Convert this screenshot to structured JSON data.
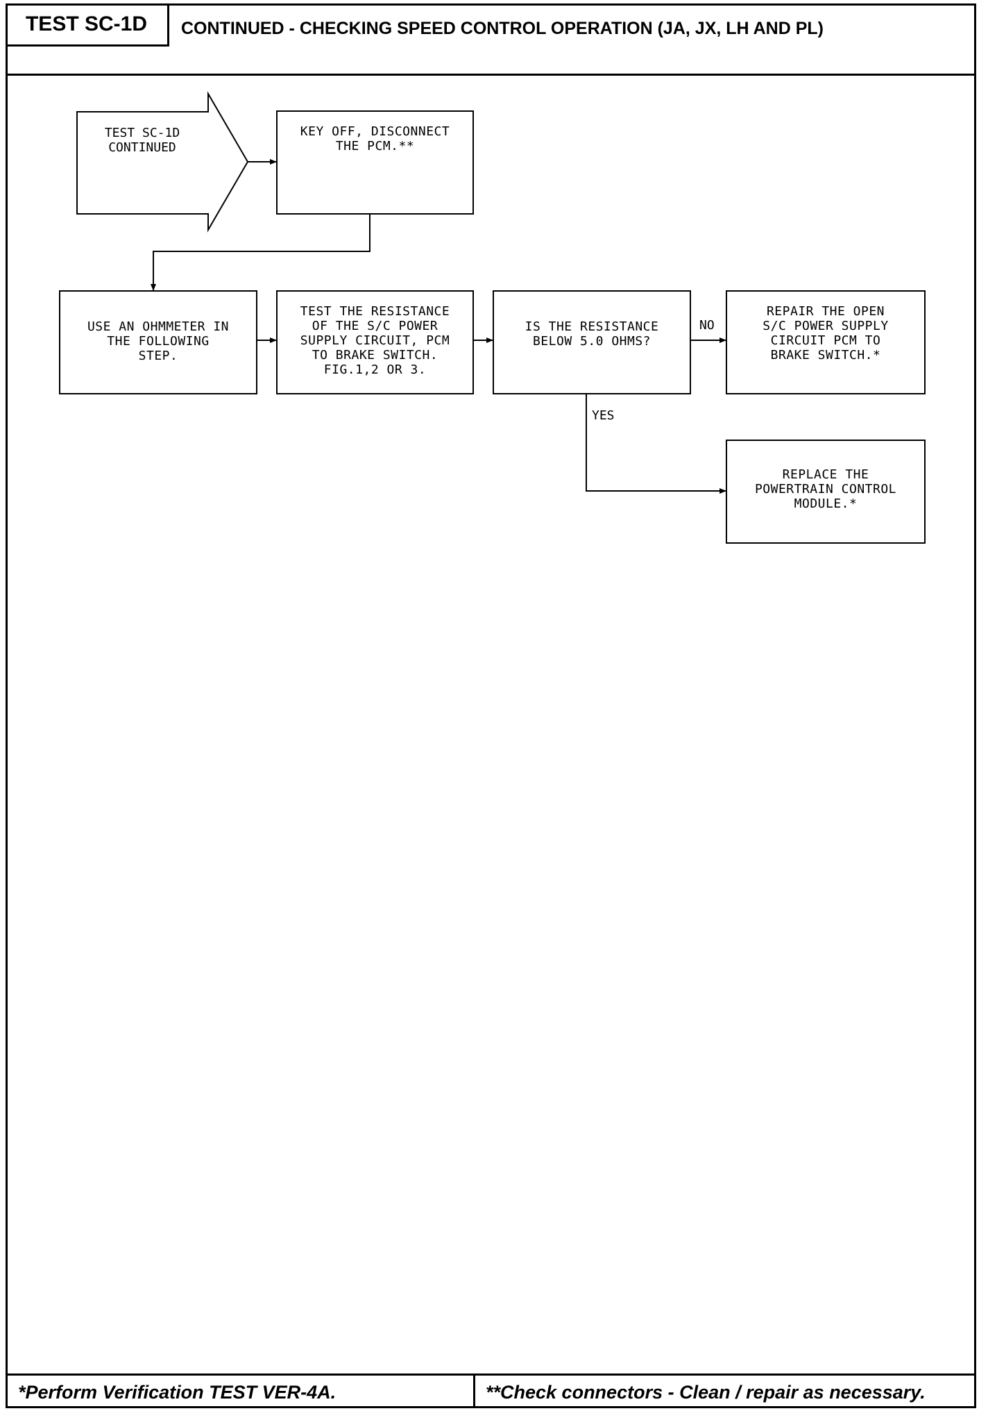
{
  "header": {
    "test_id": "TEST SC-1D",
    "title": "CONTINUED - CHECKING SPEED CONTROL OPERATION (JA, JX, LH AND PL)"
  },
  "diagram": {
    "start": "TEST SC-1D\nCONTINUED",
    "step_key_off": "KEY OFF, DISCONNECT\nTHE PCM.**",
    "step_ohmmeter": "USE AN OHMMETER IN\nTHE FOLLOWING\nSTEP.",
    "step_test_resistance": "TEST THE RESISTANCE\nOF THE S/C POWER\nSUPPLY CIRCUIT, PCM\nTO BRAKE SWITCH.\nFIG.1,2 OR 3.",
    "decision": "IS THE RESISTANCE\nBELOW 5.0 OHMS?",
    "result_no": "REPAIR THE OPEN\nS/C POWER SUPPLY\nCIRCUIT PCM TO\nBRAKE SWITCH.*",
    "result_yes": "REPLACE THE\nPOWERTRAIN CONTROL\nMODULE.*",
    "label_no": "NO",
    "label_yes": "YES"
  },
  "footer": {
    "left": "*Perform Verification TEST VER-4A.",
    "right": "**Check connectors - Clean / repair as necessary."
  }
}
